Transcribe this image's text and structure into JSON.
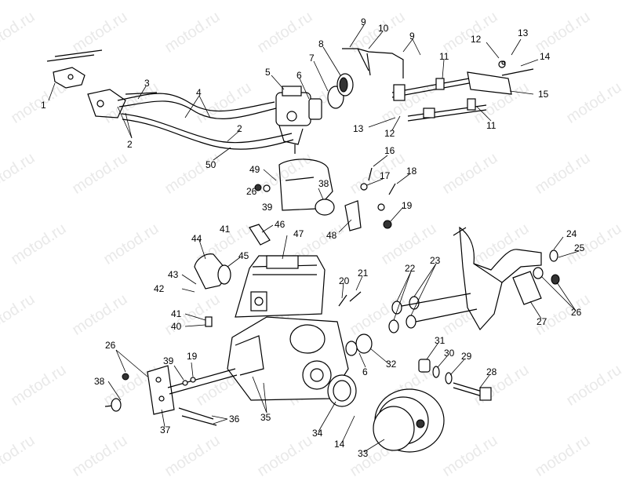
{
  "watermark": "motod.ru",
  "callouts": [
    "1",
    "2",
    "3",
    "4",
    "5",
    "6",
    "7",
    "8",
    "9",
    "10",
    "11",
    "12",
    "13",
    "14",
    "15",
    "16",
    "17",
    "18",
    "19",
    "20",
    "21",
    "22",
    "23",
    "24",
    "25",
    "26",
    "27",
    "28",
    "29",
    "30",
    "31",
    "32",
    "33",
    "34",
    "35",
    "36",
    "37",
    "38",
    "39",
    "40",
    "41",
    "42",
    "43",
    "44",
    "45",
    "46",
    "47",
    "48",
    "49",
    "50"
  ]
}
